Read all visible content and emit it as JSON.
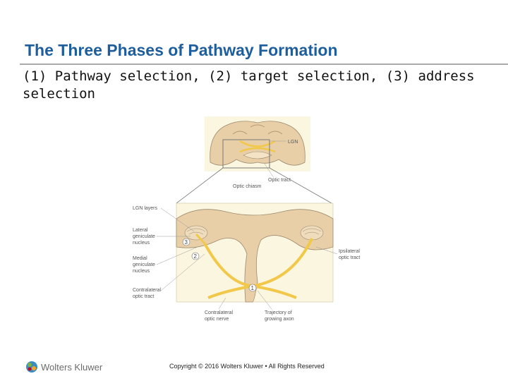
{
  "slide": {
    "title": "The Three Phases of Pathway Formation",
    "subtitle": "(1) Pathway selection, (2) target selection, (3) address selection"
  },
  "figure": {
    "labels": {
      "lgn": "LGN",
      "optic_tract": "Optic tract",
      "optic_chiasm": "Optic chiasm",
      "lgn_layers": "LGN layers",
      "lateral_geniculate_1": "Lateral",
      "lateral_geniculate_2": "geniculate",
      "lateral_geniculate_3": "nucleus",
      "medial_geniculate_1": "Medial",
      "medial_geniculate_2": "geniculate",
      "medial_geniculate_3": "nucleus",
      "ipsilateral_1": "Ipsilateral",
      "ipsilateral_2": "optic tract",
      "contralateral_tract_1": "Contralateral",
      "contralateral_tract_2": "optic tract",
      "contralateral_nerve_1": "Contralateral",
      "contralateral_nerve_2": "optic nerve",
      "trajectory_1": "Trajectory of",
      "trajectory_2": "growing axon"
    },
    "markers": {
      "phase1": "1",
      "phase2": "2",
      "phase3": "3"
    },
    "colors": {
      "tissue": "#e8cfa8",
      "panel": "#fbf6df",
      "axon": "#f2c84b",
      "outline": "#9c8a6e"
    }
  },
  "footer": {
    "logo_text": "Wolters Kluwer",
    "logo_icon": "wolters-kluwer-globe-icon",
    "copyright": "Copyright © 2016 Wolters Kluwer • All Rights Reserved"
  }
}
